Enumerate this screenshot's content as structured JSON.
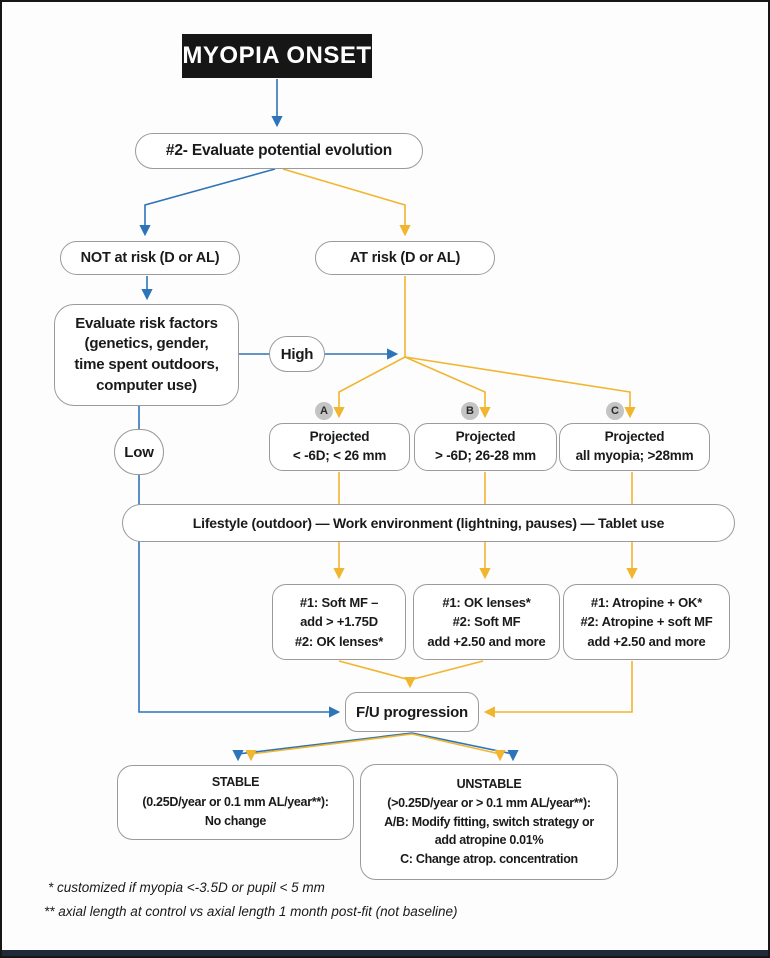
{
  "diagram": {
    "title": "MYOPIA ONSET",
    "nodes": {
      "evaluate_evolution": "#2- Evaluate potential evolution",
      "not_at_risk": "NOT at risk (D or AL)",
      "at_risk": "AT risk (D or AL)",
      "risk_factors": "Evaluate risk factors\n(genetics, gender,\ntime spent outdoors,\ncomputer use)",
      "high": "High",
      "low": "Low",
      "badge_a": "A",
      "badge_b": "B",
      "badge_c": "C",
      "projected_a": "Projected\n< -6D; < 26 mm",
      "projected_b": "Projected\n> -6D; 26-28 mm",
      "projected_c": "Projected\nall myopia; >28mm",
      "lifestyle": "Lifestyle (outdoor) — Work environment (lightning, pauses) — Tablet use",
      "treatment_a": "#1: Soft MF –\nadd > +1.75D\n#2: OK lenses*",
      "treatment_b": "#1: OK lenses*\n#2: Soft MF\nadd +2.50 and more",
      "treatment_c": "#1: Atropine + OK*\n#2: Atropine + soft MF\nadd +2.50 and more",
      "fu_progression": "F/U progression",
      "stable": "STABLE\n(0.25D/year or 0.1 mm AL/year**):\nNo change",
      "unstable": "UNSTABLE\n(>0.25D/year or > 0.1 mm AL/year**):\nA/B: Modify fitting, switch strategy or\nadd atropine 0.01%\nC: Change atrop. concentration"
    },
    "footnotes": [
      "*  customized if myopia <-3.5D or pupil < 5 mm",
      "** axial length at control vs axial length 1 month post-fit (not baseline)"
    ],
    "colors": {
      "path_blue": "#2e74b8",
      "path_yellow": "#f2b52e",
      "node_border": "#9b9b9b",
      "title_bg": "#161616",
      "badge_bg": "#c4c4c4"
    }
  }
}
